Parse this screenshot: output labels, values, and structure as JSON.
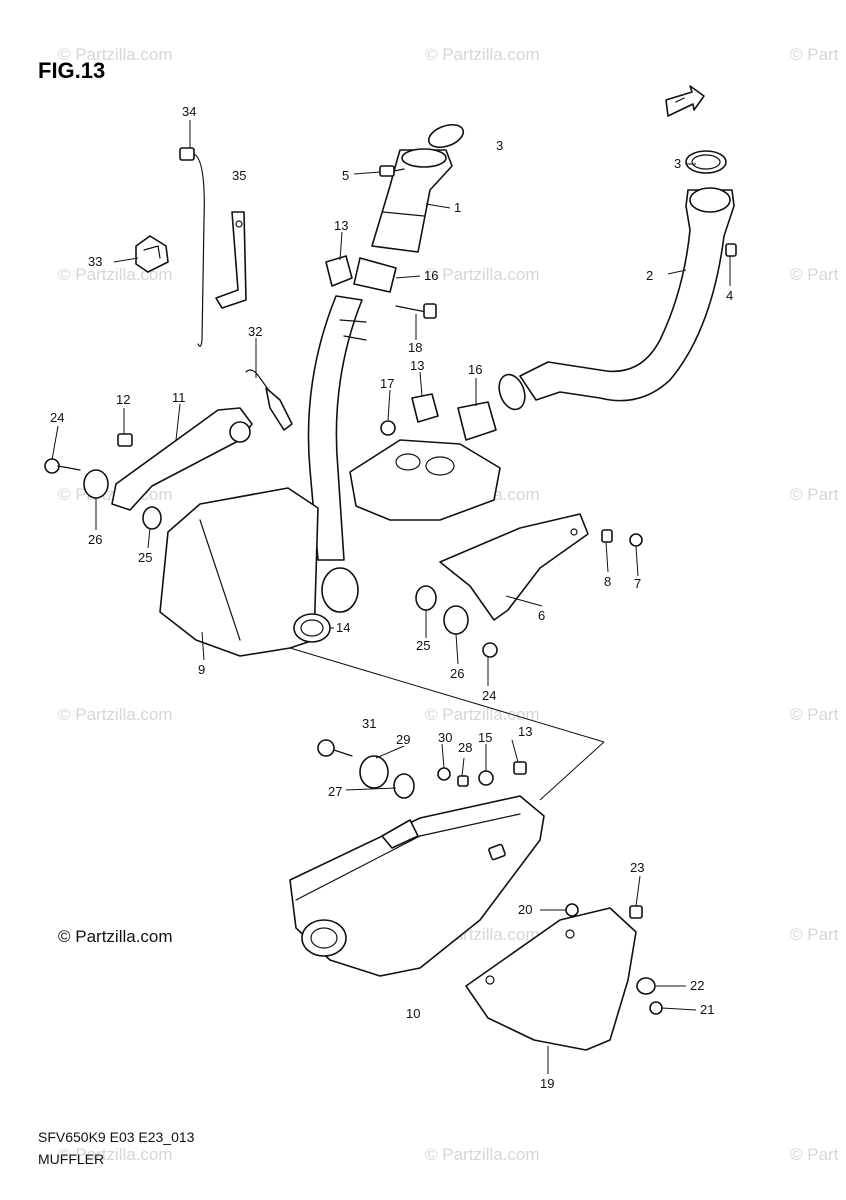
{
  "figure": {
    "title": "FIG.13",
    "credit": "© Partzilla.com",
    "code": "SFV650K9 E03 E23_013",
    "name": "MUFFLER",
    "watermark": "© Partzilla.com",
    "watermark_partial": "© Part"
  },
  "callouts": {
    "c34": "34",
    "c35": "35",
    "c33": "33",
    "c32": "32",
    "c3a": "3",
    "c3b": "3",
    "c5": "5",
    "c1": "1",
    "c13a": "13",
    "c16a": "16",
    "c18": "18",
    "c13b": "13",
    "c17": "17",
    "c16b": "16",
    "c2": "2",
    "c4": "4",
    "c12": "12",
    "c11": "11",
    "c24a": "24",
    "c26a": "26",
    "c25a": "25",
    "c9": "9",
    "c14": "14",
    "c25b": "25",
    "c26b": "26",
    "c24b": "24",
    "c6": "6",
    "c8": "8",
    "c7": "7",
    "c31": "31",
    "c29": "29",
    "c30": "30",
    "c28": "28",
    "c15": "15",
    "c13c": "13",
    "c27": "27",
    "c23": "23",
    "c20": "20",
    "c22": "22",
    "c21": "21",
    "c10": "10",
    "c19": "19"
  },
  "icons": {
    "front_arrow": "fwd-arrow-icon",
    "copyright": "copyright-icon"
  }
}
